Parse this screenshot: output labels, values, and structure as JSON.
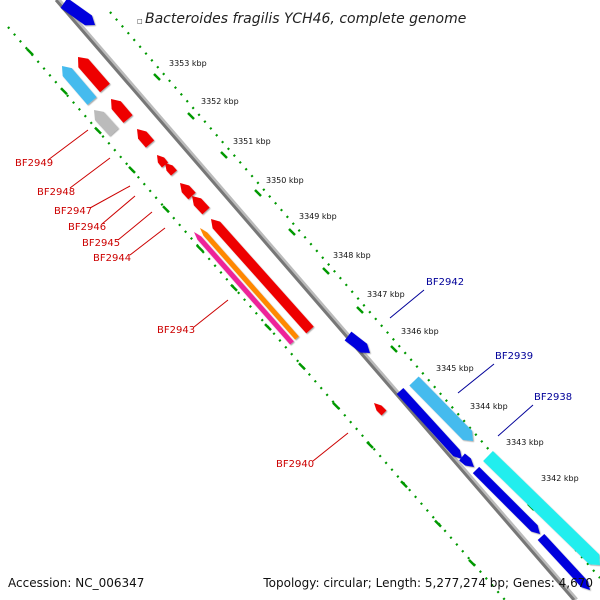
{
  "title": "Bacteroides fragilis YCH46, complete genome",
  "accession": "Accession: NC_006347",
  "topology": "Topology: circular; Length: 5,277,274 bp; Genes: 4,670",
  "kbp_ticks": [
    "3353 kbp",
    "3352 kbp",
    "3351 kbp",
    "3350 kbp",
    "3349 kbp",
    "3348 kbp",
    "3347 kbp",
    "3346 kbp",
    "3345 kbp",
    "3344 kbp",
    "3343 kbp",
    "3342 kbp"
  ],
  "genes_minus": [
    "BF2949",
    "BF2948",
    "BF2947",
    "BF2946",
    "BF2945",
    "BF2944",
    "BF2943",
    "BF2940"
  ],
  "genes_plus": [
    "BF2942",
    "BF2939",
    "BF2938"
  ],
  "colors": {
    "red": "#ee0000",
    "blue": "#0000dd",
    "cyan": "#22eeee",
    "lightblue": "#44bbee",
    "gray": "#bbbbbb",
    "magenta": "#ee2299",
    "orange": "#ff8800",
    "tick_green": "#009900",
    "axis": "#777777",
    "label_red": "#cc0000",
    "label_blue": "#000099"
  }
}
